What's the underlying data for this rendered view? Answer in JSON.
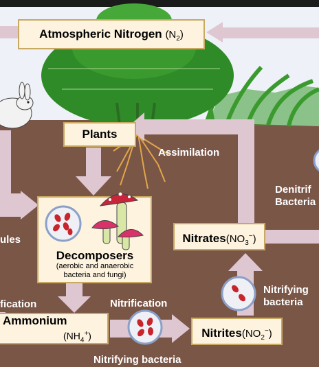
{
  "colors": {
    "soil": "#7a5647",
    "sky": "#eef2f8",
    "arrow": "#dfc7d2",
    "box_fill": "#fdf3df",
    "box_border": "#c9a862",
    "bacteria": "#c8242c",
    "plant_green": "#3a9a2e",
    "root": "#e2a648"
  },
  "nodes": {
    "atmospheric": {
      "name": "Atmospheric Nitrogen",
      "formula": "(N",
      "sub": "2",
      "close": ")"
    },
    "plants": {
      "name": "Plants"
    },
    "decomposers": {
      "name": "Decomposers",
      "detail1": "(aerobic and anaerobic",
      "detail2": "bacteria and fungi)"
    },
    "nitrates": {
      "name": "Nitrates",
      "formula": "(NO",
      "sub": "3",
      "sup": "−",
      "close": ")"
    },
    "nitrites": {
      "name": "Nitrites",
      "formula": "(NO",
      "sub": "2",
      "sup": "−",
      "close": ")"
    },
    "ammonium": {
      "name": "Ammonium",
      "formula": "(NH",
      "sub": "4",
      "sup": "+",
      "close": ")"
    }
  },
  "labels": {
    "assimilation": "Assimilation",
    "denitrifying_1": "Denitrif",
    "denitrifying_2": "Bacteria",
    "molecules_fragment": "ules",
    "ammonification_fragment": "fication",
    "nitrification": "Nitrification",
    "nitrifying_bacteria_1": "Nitrifying",
    "nitrifying_bacteria_2": "bacteria",
    "nitrifying_bacteria_bottom": "Nitrifying bacteria"
  },
  "icons": [
    "rabbit-icon",
    "tree-icon",
    "grass-icon",
    "mushroom-icon",
    "bacteria-icon"
  ]
}
